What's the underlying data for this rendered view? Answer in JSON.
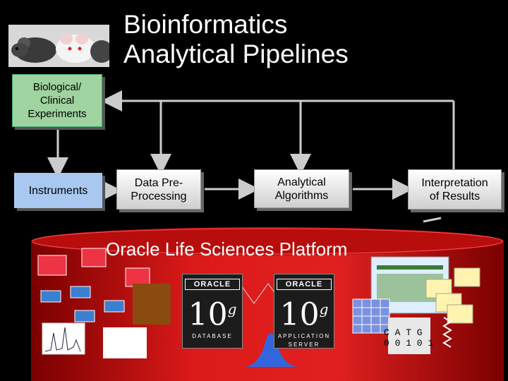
{
  "title": {
    "line1": "Bioinformatics",
    "line2": "Analytical Pipelines"
  },
  "boxes": {
    "biological": {
      "line1": "Biological/",
      "line2": "Clinical",
      "line3": "Experiments"
    },
    "instruments": "Instruments",
    "preprocessing": {
      "line1": "Data Pre-",
      "line2": "Processing"
    },
    "algorithms": {
      "line1": "Analytical",
      "line2": "Algorithms"
    },
    "interpretation": {
      "line1": "Interpretation",
      "line2": "of Results"
    }
  },
  "platform": {
    "title": "Oracle Life Sciences Platform",
    "database": {
      "brand": "ORACLE",
      "version": "10",
      "superscript": "g",
      "label": "DATABASE"
    },
    "appserver": {
      "brand": "ORACLE",
      "version": "10",
      "superscript": "g",
      "label1": "APPLICATION",
      "label2": "SERVER"
    },
    "sequence": {
      "line1": "C A T G",
      "line2": "0 0 1 0 1"
    }
  },
  "colors": {
    "platform_red": "#cc1111",
    "experiments_green": "#9fd39f",
    "instruments_blue": "#a8c8f0"
  }
}
